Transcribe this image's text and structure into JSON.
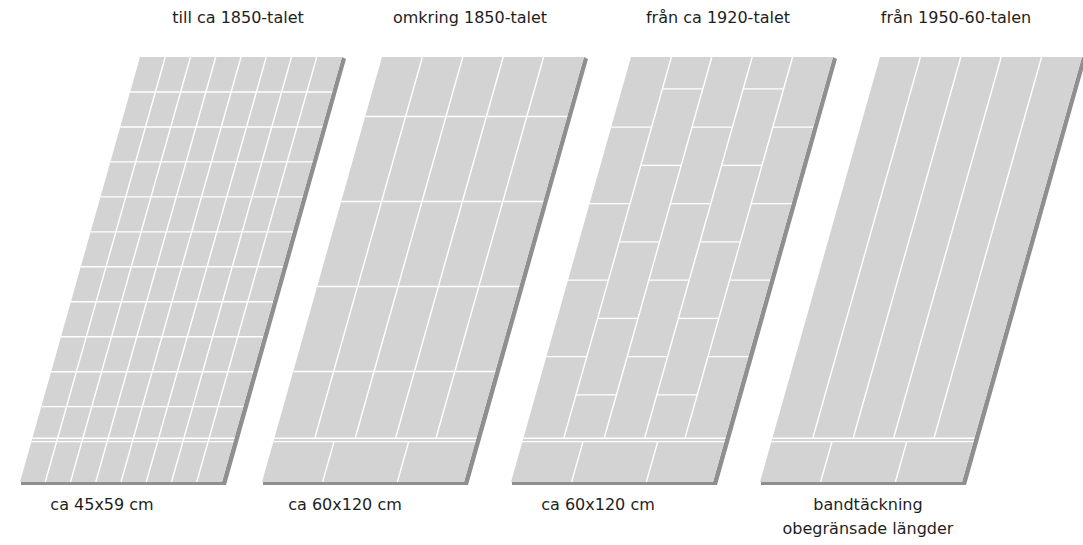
{
  "diagram": {
    "labels": [
      "till ca 1850-talet",
      "omkring 1850-talet",
      "från ca 1920-talet",
      "från 1950-60-talen",
      "ca 45x59 cm",
      "ca 60x120 cm",
      "ca 60x120 cm",
      "bandtäckning obegränsade längder"
    ]
  }
}
